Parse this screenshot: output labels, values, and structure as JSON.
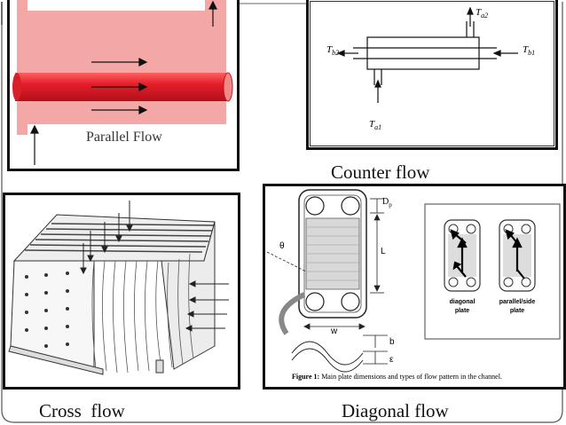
{
  "panels": {
    "parallel": {
      "caption": "Parallel Flow"
    },
    "counter": {
      "caption": "Counter flow",
      "labels": {
        "ta2": "T",
        "ta2_sub": "a2",
        "tb2": "T",
        "tb2_sub": "b2",
        "tb1": "T",
        "tb1_sub": "b1",
        "ta1": "T",
        "ta1_sub": "a1"
      }
    },
    "cross": {
      "caption": "Cross  flow"
    },
    "diagonal": {
      "caption": "Diagonal flow",
      "dims": {
        "dp": "D",
        "dp_sub": "p",
        "l": "L",
        "theta": "θ",
        "w": "w",
        "b": "b",
        "eps": "ε"
      },
      "inset": {
        "diag_l1": "diagonal",
        "diag_l2": "plate",
        "par_l1": "parallel/side",
        "par_l2": "plate"
      },
      "figure_prefix": "Figure 1:",
      "figure_text": " Main plate dimensions and types of flow pattern in the channel."
    }
  },
  "colors": {
    "fluid_light": "#f4a7a7",
    "fluid_tube": "#d8202a",
    "frame": "#111111",
    "slide_outline": "#555555"
  }
}
